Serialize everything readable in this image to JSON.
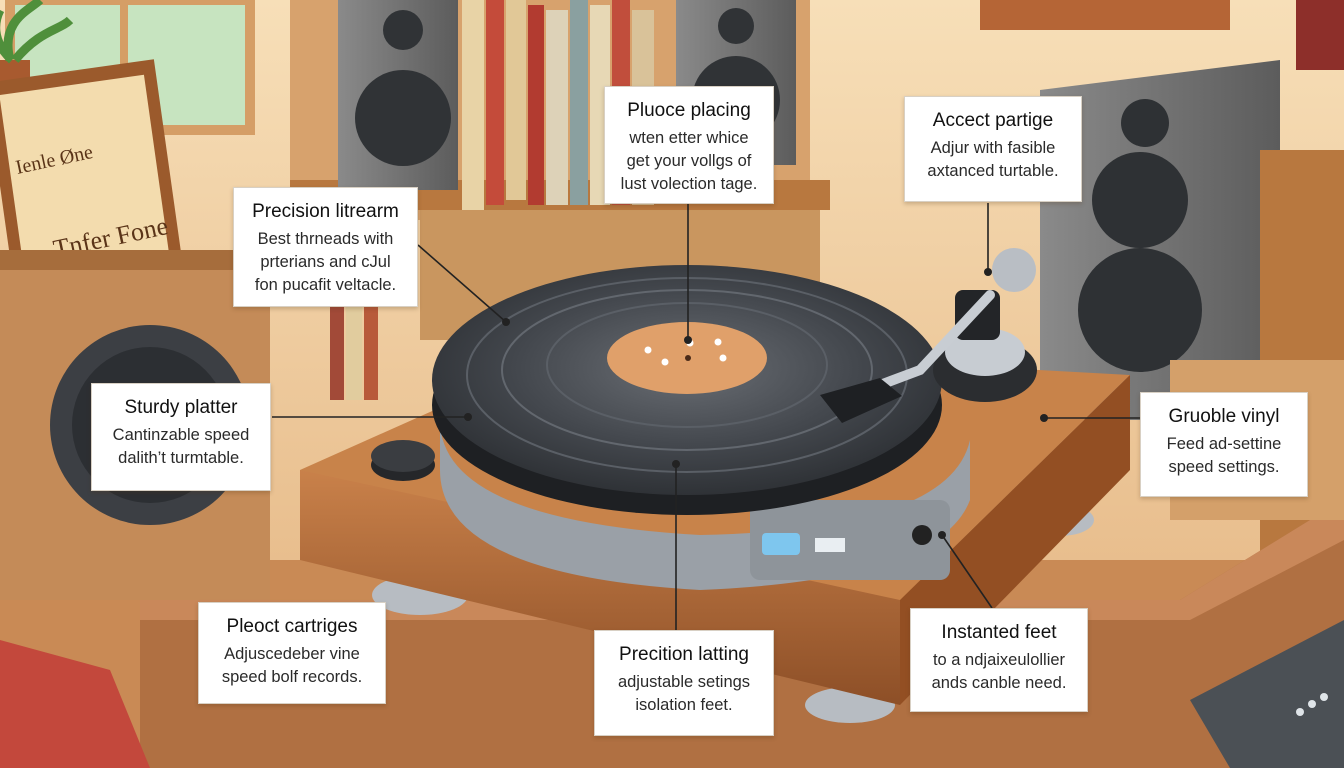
{
  "callouts": [
    {
      "id": "plc-placing",
      "title": "Pluoce placing",
      "lines": [
        "wten etter whice",
        "get your vollgs of",
        "lust volection tage."
      ]
    },
    {
      "id": "accect-partige",
      "title": "Accect partige",
      "lines": [
        "Adjur with fasible",
        "axtanced turtable."
      ]
    },
    {
      "id": "precision-litrearm",
      "title": "Precision litrearm",
      "lines": [
        "Best thrneads with",
        "prterians and cJul",
        "fon pucafit veltacle."
      ]
    },
    {
      "id": "sturdy-platter",
      "title": "Sturdy platter",
      "lines": [
        "Cantinzable speed",
        "dalith’t turmtable."
      ]
    },
    {
      "id": "gruoble-vinyl",
      "title": "Gruoble vinyl",
      "lines": [
        "Feed ad-settine",
        "speed settings."
      ]
    },
    {
      "id": "pleoct-cartriges",
      "title": "Pleoct cartriges",
      "lines": [
        "Adjuscedeber vine",
        "speed bolf records."
      ]
    },
    {
      "id": "precition-latting",
      "title": "Precition latting",
      "lines": [
        "adjustable setings",
        "isolation feet."
      ]
    },
    {
      "id": "instanted-feet",
      "title": "Instanted feet",
      "lines": [
        "to a ndjaixeulollier",
        "ands canble need."
      ]
    }
  ],
  "background": {
    "plaque_lines": [
      "Ienle Øne",
      "Tnfer Fone"
    ]
  },
  "colors": {
    "wall": "#f0d2a6",
    "wood": "#b8703c",
    "wood_dark": "#7a4522",
    "vinyl": "#3a3e44",
    "label": "#e0a06a",
    "speaker": "#6b6b6b",
    "callout_bg": "#ffffff"
  }
}
